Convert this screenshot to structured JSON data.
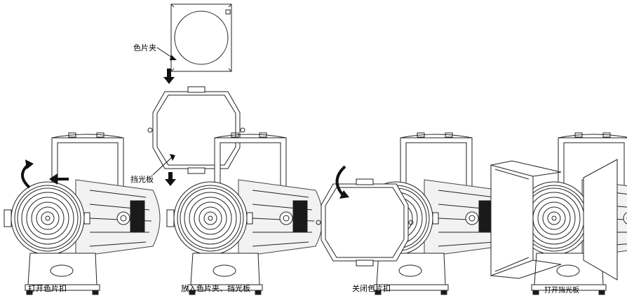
{
  "labels": {
    "gel_frame": "色片夹",
    "barn_door": "挡光板"
  },
  "captions": {
    "step1": "打开色片扣",
    "step2": "放入色片夹、挡光板",
    "step3": "关闭色片扣",
    "step4": "打开挡光板"
  },
  "colors": {
    "line": "#222222",
    "arrow": "#111111",
    "background": "#ffffff"
  },
  "icons": [
    "rotate-arrow-icon",
    "push-arrow-icon",
    "down-arrow-icon"
  ]
}
